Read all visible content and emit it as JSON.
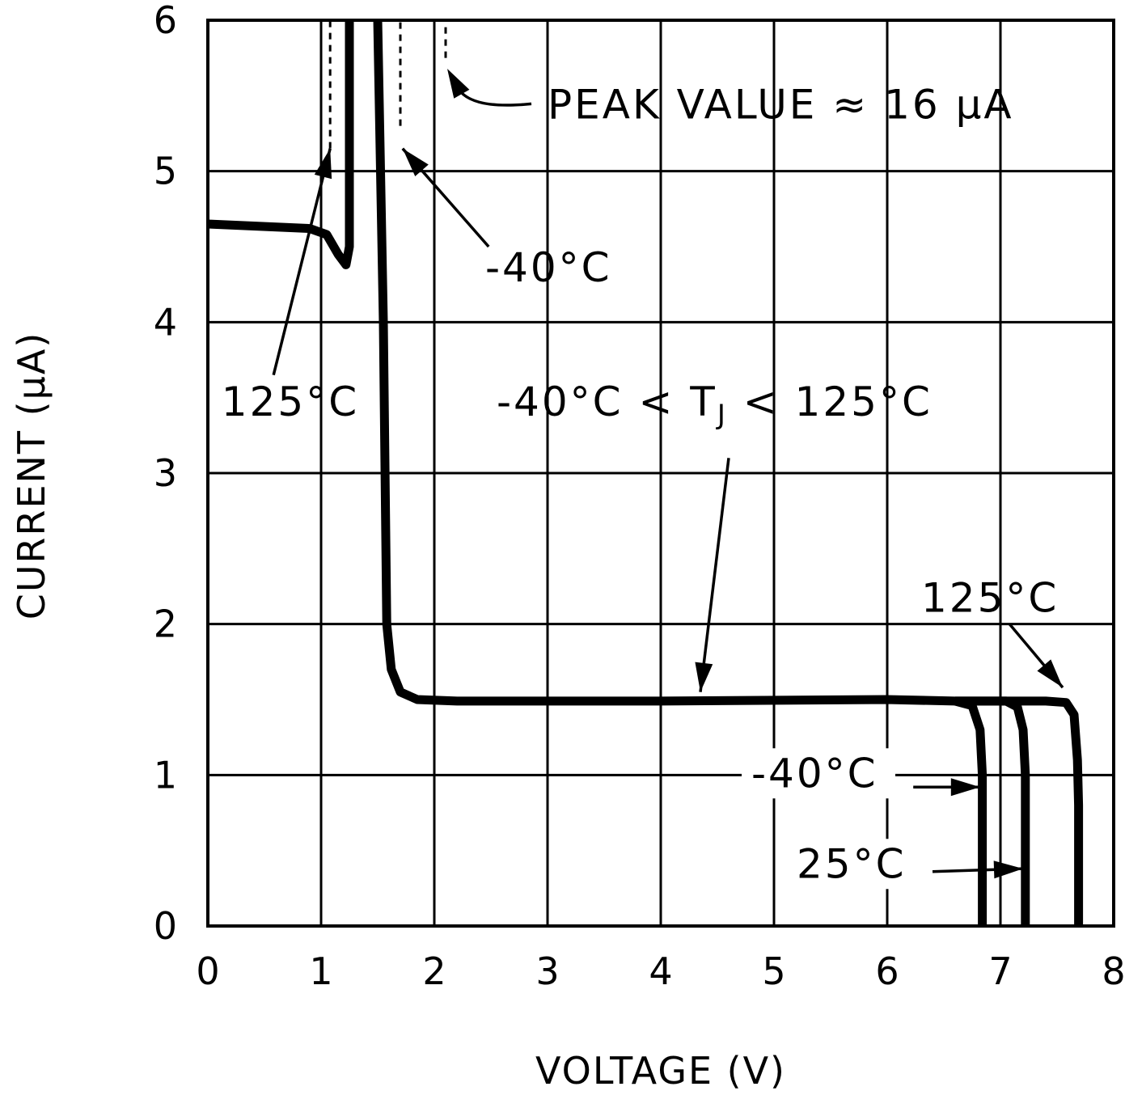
{
  "chart_data": {
    "type": "line",
    "xlabel": "VOLTAGE (V)",
    "ylabel": "CURRENT (μA)",
    "xlim": [
      0,
      8
    ],
    "ylim": [
      0,
      6
    ],
    "xticks": [
      "0",
      "1",
      "2",
      "3",
      "4",
      "5",
      "6",
      "7",
      "8"
    ],
    "yticks": [
      "0",
      "1",
      "2",
      "3",
      "4",
      "5",
      "6"
    ],
    "grid": true,
    "series": [
      {
        "name": "125°C",
        "x": [
          0,
          0.9,
          1.05,
          1.15,
          1.22,
          1.25,
          1.25
        ],
        "y": [
          4.65,
          4.62,
          4.58,
          4.45,
          4.38,
          4.5,
          6
        ]
      },
      {
        "name": "-40°C < TJ < 125°C",
        "x": [
          1.5,
          1.55,
          1.58,
          1.62,
          1.7,
          1.85,
          2.2,
          4,
          6,
          6.6
        ],
        "y": [
          6,
          4,
          2.0,
          1.7,
          1.55,
          1.5,
          1.49,
          1.49,
          1.5,
          1.49
        ]
      },
      {
        "name": "-40°C",
        "x": [
          6.6,
          6.75,
          6.82,
          6.84,
          6.84
        ],
        "y": [
          1.49,
          1.46,
          1.3,
          1.0,
          0
        ]
      },
      {
        "name": "25°C",
        "x": [
          6.6,
          7.05,
          7.15,
          7.2,
          7.22,
          7.22
        ],
        "y": [
          1.49,
          1.49,
          1.45,
          1.3,
          1.0,
          0
        ]
      },
      {
        "name": "125°C",
        "x": [
          6.6,
          7.4,
          7.58,
          7.65,
          7.68,
          7.69,
          7.69
        ],
        "y": [
          1.49,
          1.49,
          1.48,
          1.4,
          1.1,
          0.8,
          0
        ]
      }
    ],
    "dashed_markers": [
      {
        "x": 1.08,
        "y_from": 5.15,
        "y_to": 6
      },
      {
        "x": 1.7,
        "y_from": 5.3,
        "y_to": 6
      },
      {
        "x": 2.1,
        "y_from": 5.75,
        "y_to": 6
      }
    ],
    "annotations": [
      {
        "text": "PEAK VALUE ≈ 16 μA",
        "tx": 3.0,
        "ty": 5.35,
        "ax": 2.1,
        "ay": 5.7,
        "curve": true
      },
      {
        "text": "-40°C",
        "tx": 2.45,
        "ty": 4.27,
        "ax": 1.72,
        "ay": 5.15
      },
      {
        "text": "125°C",
        "tx": 0.12,
        "ty": 3.38,
        "ax": 1.08,
        "ay": 5.15
      },
      {
        "text": "-40°C < T",
        "sub": "J",
        "after": " < 125°C",
        "tx": 2.55,
        "ty": 3.38,
        "ax": 4.35,
        "ay": 1.55,
        "sx": 4.6,
        "sy": 3.1
      },
      {
        "text": "125°C",
        "tx": 6.3,
        "ty": 2.08,
        "ax": 7.55,
        "ay": 1.58,
        "sx": 7.08,
        "sy": 2.0
      },
      {
        "text": "-40°C",
        "tx": 4.8,
        "ty": 0.92,
        "ax": 6.82,
        "ay": 0.92,
        "sx": 6.23,
        "sy": 0.92,
        "boxed": true
      },
      {
        "text": "25°C",
        "tx": 5.2,
        "ty": 0.32,
        "ax": 7.2,
        "ay": 0.38,
        "sx": 6.4,
        "sy": 0.36,
        "boxed": true
      }
    ]
  }
}
